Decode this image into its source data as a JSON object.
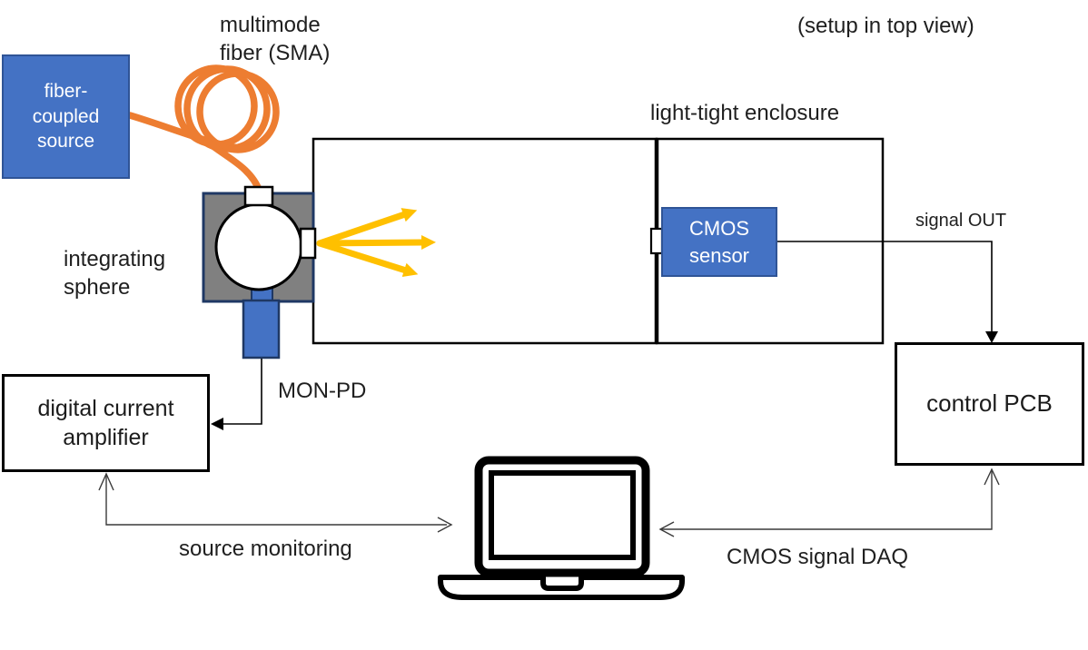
{
  "view_note": "(setup in top view)",
  "labels": {
    "multimode_fiber": "multimode fiber (SMA)",
    "light_tight_enclosure": "light-tight enclosure",
    "integrating_sphere": "integrating sphere",
    "mon_pd": "MON-PD",
    "signal_out": "signal OUT",
    "source_monitoring": "source monitoring",
    "cmos_signal_daq": "CMOS signal DAQ"
  },
  "nodes": {
    "fiber_coupled_source": {
      "label": "fiber-coupled source",
      "fill": "#4472C4"
    },
    "cmos_sensor": {
      "label": "CMOS sensor",
      "fill": "#4472C4"
    },
    "digital_current_amplifier": {
      "label": "digital current amplifier",
      "fill": "#FFFFFF"
    },
    "control_pcb": {
      "label": "control PCB",
      "fill": "#FFFFFF"
    },
    "laptop": {
      "icon": "laptop-icon"
    },
    "integrating_sphere_assembly": {
      "icon": "integrating-sphere-icon"
    }
  },
  "colors": {
    "node_blue": "#4472C4",
    "node_blue_border": "#2F5496",
    "fiber_orange": "#ED7D31",
    "light_arrow_yellow": "#FFC000",
    "sphere_gray": "#808080",
    "sphere_border_navy": "#1F3864",
    "line_black": "#000000",
    "background": "#FFFFFF"
  },
  "connections": [
    {
      "from": "fiber_coupled_source",
      "to": "integrating_sphere",
      "via": "multimode fiber (SMA)",
      "style": "orange-fiber-coil"
    },
    {
      "from": "integrating_sphere",
      "to": "light_tight_enclosure",
      "label": "",
      "style": "yellow-light-arrows"
    },
    {
      "from": "cmos_sensor",
      "to": "control_pcb",
      "label": "signal OUT",
      "arrow": "filled"
    },
    {
      "from": "mon_pd",
      "to": "digital_current_amplifier",
      "label": "MON-PD",
      "arrow": "filled"
    },
    {
      "from": "digital_current_amplifier",
      "to": "laptop",
      "label": "source monitoring",
      "arrow": "open-both-ends"
    },
    {
      "from": "control_pcb",
      "to": "laptop",
      "label": "CMOS signal DAQ",
      "arrow": "open-both-ends"
    }
  ]
}
